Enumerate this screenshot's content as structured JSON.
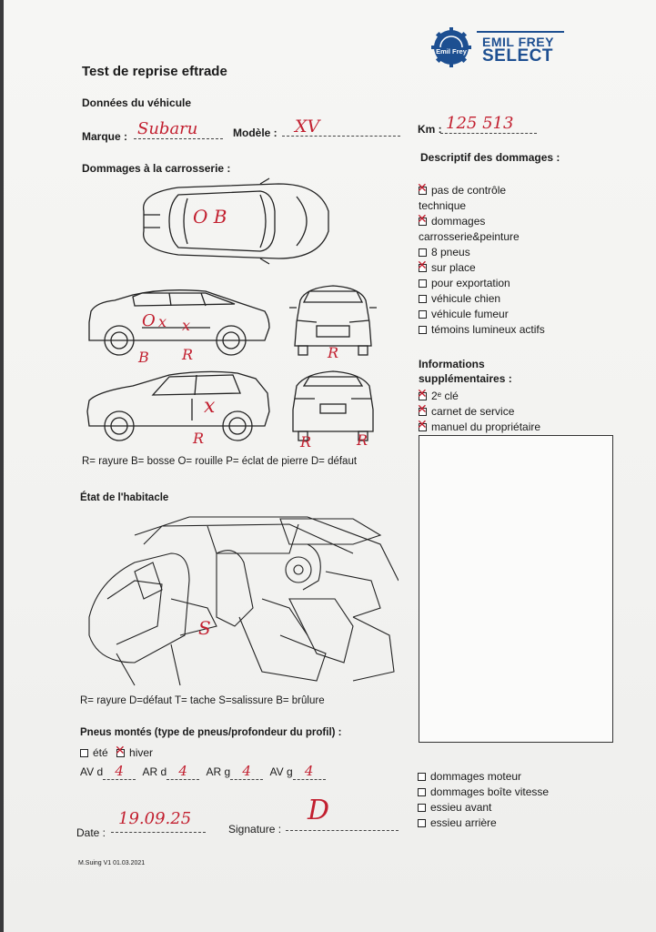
{
  "brand": {
    "line1": "EMIL FREY",
    "line2": "SELECT",
    "emblem": "Emil Frey"
  },
  "form_title": "Test de reprise eftrade",
  "vehicle_section": {
    "heading": "Données du véhicule",
    "brand_label": "Marque :",
    "brand_value": "Subaru",
    "model_label": "Modèle :",
    "model_value": "XV",
    "km_label": "Km :",
    "km_value": "125 513"
  },
  "body_damage": {
    "heading": "Dommages à la carrosserie :",
    "legend": "R= rayure B= bosse O= rouille P= éclat de pierre D= défaut"
  },
  "damage_desc": {
    "heading": "Descriptif des dommages :",
    "items": [
      {
        "label": "pas de contrôle",
        "label2": "technique",
        "checked": true
      },
      {
        "label": "dommages",
        "label2": "carrosserie&peinture",
        "checked": true
      },
      {
        "label": "8 pneus",
        "checked": false
      },
      {
        "label": "sur place",
        "checked": true
      },
      {
        "label": "pour exportation",
        "checked": false
      },
      {
        "label": "véhicule chien",
        "checked": false
      },
      {
        "label": "véhicule fumeur",
        "checked": false
      },
      {
        "label": "témoins lumineux actifs",
        "checked": false
      }
    ]
  },
  "extra_info": {
    "heading1": "Informations",
    "heading2": "supplémentaires :",
    "items": [
      {
        "label": "2ᵉ clé",
        "checked": true
      },
      {
        "label": "carnet de service",
        "checked": true
      },
      {
        "label": "manuel du propriétaire",
        "checked": true
      }
    ]
  },
  "interior": {
    "heading": "État de l'habitacle",
    "legend": "R= rayure D=défaut T= tache S=salissure B= brûlure"
  },
  "tyres": {
    "heading": "Pneus montés (type de pneus/profondeur du profil) :",
    "summer": "été",
    "winter": "hiver",
    "summer_checked": false,
    "winter_checked": true,
    "av_d_label": "AV d",
    "av_d": "4",
    "ar_d_label": "AR d",
    "ar_d": "4",
    "ar_g_label": "AR g",
    "ar_g": "4",
    "av_g_label": "AV g",
    "av_g": "4"
  },
  "mechanical": {
    "items": [
      {
        "label": "dommages moteur",
        "checked": false
      },
      {
        "label": "dommages boîte vitesse",
        "checked": false
      },
      {
        "label": "essieu avant",
        "checked": false
      },
      {
        "label": "essieu arrière",
        "checked": false
      }
    ]
  },
  "footer": {
    "date_label": "Date :",
    "date_value": "19.09.25",
    "signature_label": "Signature :",
    "signature_value": "D",
    "version": "M.Suing V1 01.03.2021"
  },
  "annotations": {
    "top_view": "O B",
    "side_left_1": "O",
    "side_left_2": "x",
    "side_left_3": "x",
    "side_left_B": "B",
    "side_left_R": "R",
    "front_R": "R",
    "side_right_x": "x",
    "side_right_R": "R",
    "rear_R1": "R",
    "rear_R2": "R",
    "interior_S": "S"
  }
}
